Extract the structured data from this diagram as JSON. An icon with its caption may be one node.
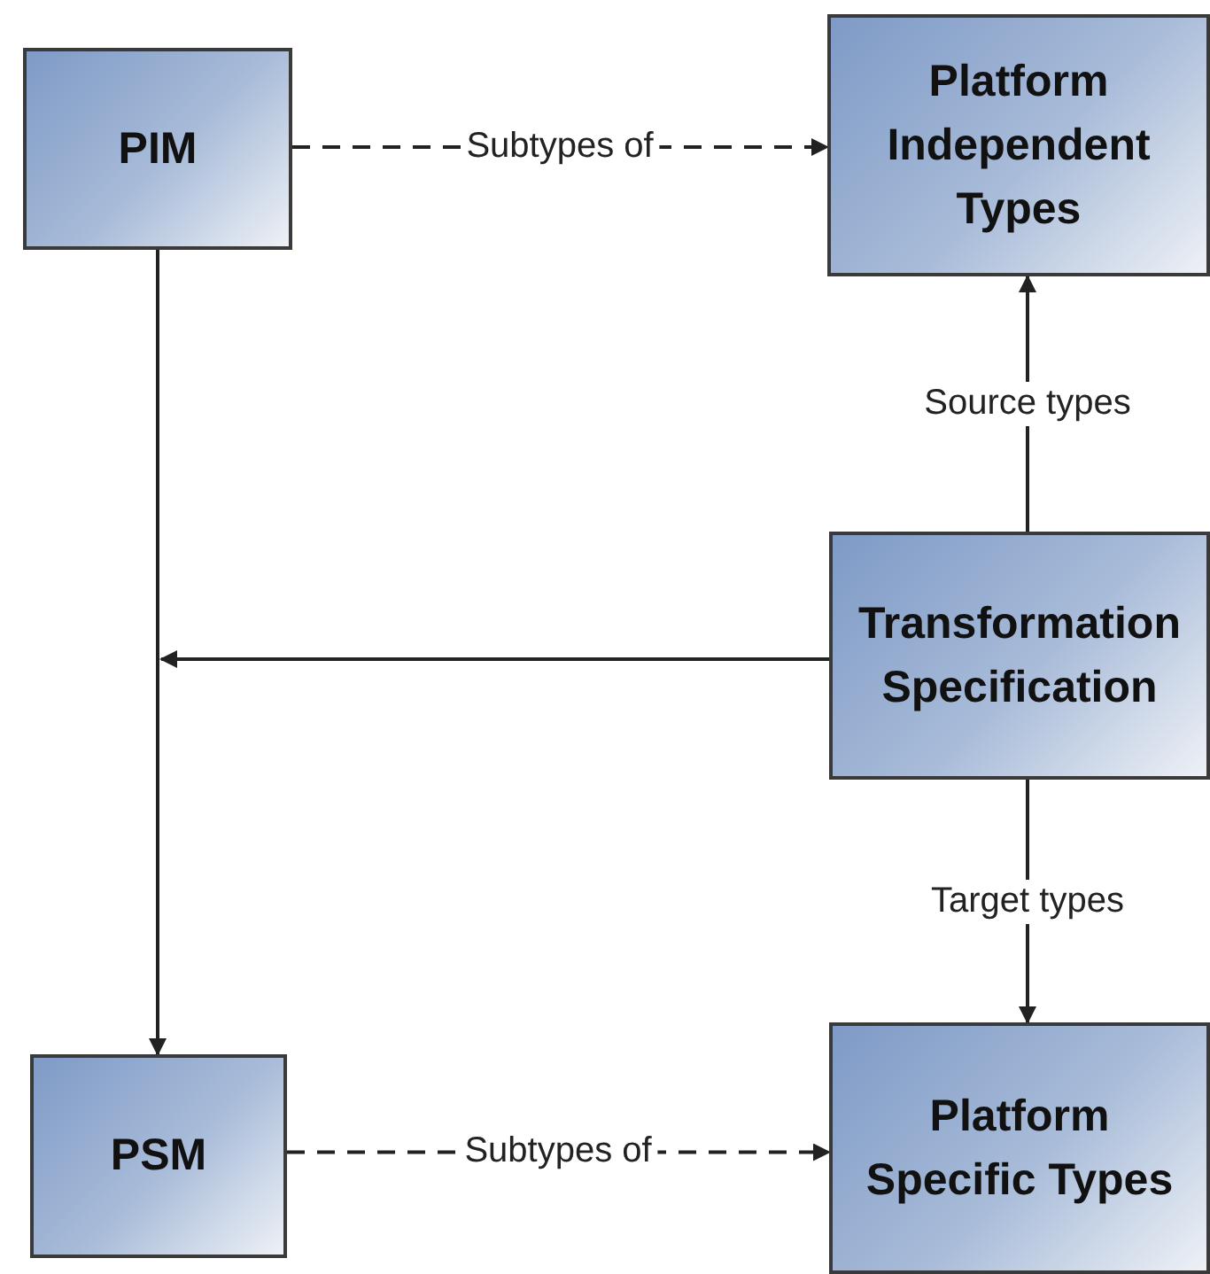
{
  "diagram": {
    "nodes": [
      {
        "text": [
          "PIM"
        ]
      },
      {
        "text": [
          "Platform Independent Types"
        ]
      },
      {
        "text": [
          "Transformation Specification"
        ]
      },
      {
        "text": [
          "PSM"
        ]
      },
      {
        "text": [
          "Platform Specific Types"
        ]
      }
    ],
    "edges": [
      {
        "from": 0,
        "to": 1,
        "arrow": "to",
        "label": "Subtypes of",
        "style": "dashed"
      },
      {
        "from": 2,
        "to": 1,
        "arrow": "to",
        "label": "Source types"
      },
      {
        "from": 2,
        "to": null,
        "arrow": "to"
      },
      {
        "from": 0,
        "to": 3,
        "arrow": "to"
      },
      {
        "from": 2,
        "to": 4,
        "arrow": "to",
        "label": "Target types"
      },
      {
        "from": 3,
        "to": 4,
        "arrow": "to",
        "label": "Subtypes of",
        "style": "dashed"
      }
    ]
  }
}
